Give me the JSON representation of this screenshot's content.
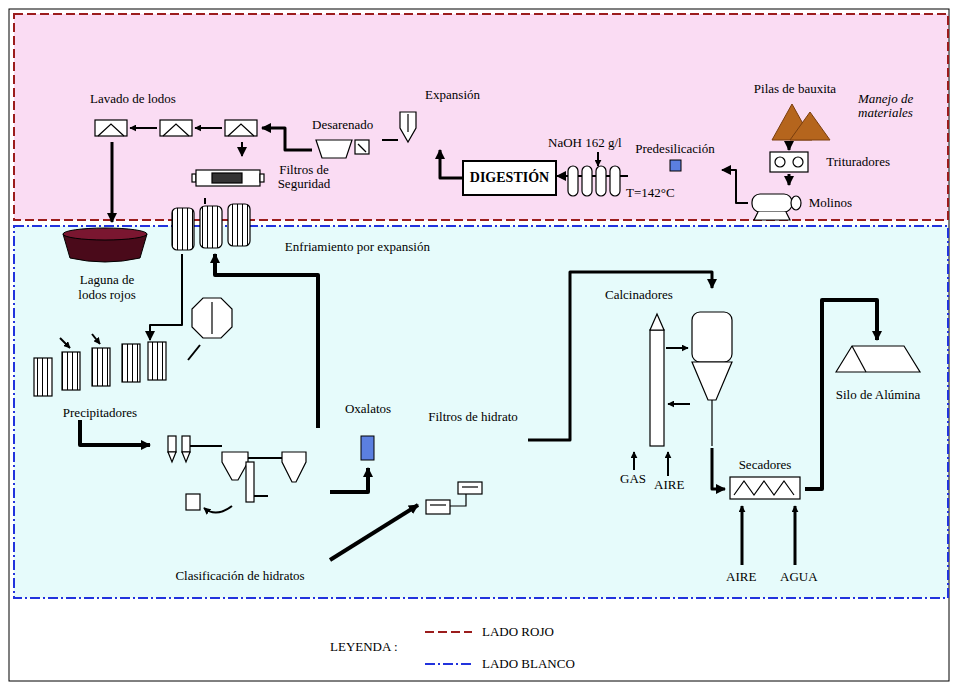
{
  "diagram": {
    "nodes": [
      {
        "text": [
          "Lavado de lodos"
        ]
      },
      {
        "text": [
          "Desarenado"
        ]
      },
      {
        "text": [
          "Expansión"
        ]
      },
      {
        "text": [
          "Pilas de bauxita"
        ]
      },
      {
        "text": [
          "Trituradores"
        ]
      },
      {
        "text": [
          "Molinos"
        ]
      },
      {
        "text": [
          "Predesilicación"
        ]
      },
      {
        "text": [
          "DIGESTIÓN"
        ]
      },
      {
        "text": [
          "Filtros de Seguridad"
        ]
      },
      {
        "text": [
          "Enfriamiento por expansión"
        ]
      },
      {
        "text": [
          "Laguna de lodos rojos"
        ]
      },
      {
        "text": [
          "Precipitadores"
        ]
      },
      {
        "text": [
          "Clasificación de hidratos"
        ]
      },
      {
        "text": [
          "Oxalatos"
        ]
      },
      {
        "text": [
          "Filtros de hidrato"
        ]
      },
      {
        "text": [
          "Calcinadores"
        ]
      },
      {
        "text": [
          "Secadores"
        ]
      },
      {
        "text": [
          "Silo de Alúmina"
        ]
      }
    ],
    "edges": [
      {
        "from": 3,
        "to": 4,
        "arrow": "to"
      },
      {
        "from": 4,
        "to": 5,
        "arrow": "to"
      },
      {
        "from": 5,
        "to": 6,
        "arrow": "to"
      },
      {
        "from": 6,
        "to": 7,
        "arrow": "to"
      },
      {
        "from": 7,
        "to": 2,
        "arrow": "to"
      },
      {
        "from": 2,
        "to": 1,
        "arrow": "none"
      },
      {
        "from": 1,
        "to": 0,
        "arrow": "to"
      },
      {
        "from": 0,
        "to": 10,
        "arrow": "to"
      },
      {
        "from": 0,
        "to": 8,
        "arrow": "to"
      },
      {
        "from": 8,
        "to": 9,
        "arrow": "none"
      },
      {
        "from": 9,
        "to": 11,
        "arrow": "to"
      },
      {
        "from": 11,
        "to": 12,
        "arrow": "to"
      },
      {
        "from": 12,
        "to": 9,
        "arrow": "to"
      },
      {
        "from": 12,
        "to": 13,
        "arrow": "to"
      },
      {
        "from": 12,
        "to": 14,
        "arrow": "to"
      },
      {
        "from": 14,
        "to": 15,
        "arrow": "to"
      },
      {
        "from": 15,
        "to": 16,
        "arrow": "to"
      },
      {
        "from": 16,
        "to": 17,
        "arrow": "to"
      }
    ],
    "labels": [
      "Manejo de materiales",
      "NaOH 162 g/l",
      "T=142°C",
      "GAS",
      "AIRE",
      "AIRE",
      "AGUA",
      "LEYENDA :"
    ],
    "legend": [
      {
        "text": "LADO ROJO"
      },
      {
        "text": "LADO BLANCO"
      }
    ]
  }
}
